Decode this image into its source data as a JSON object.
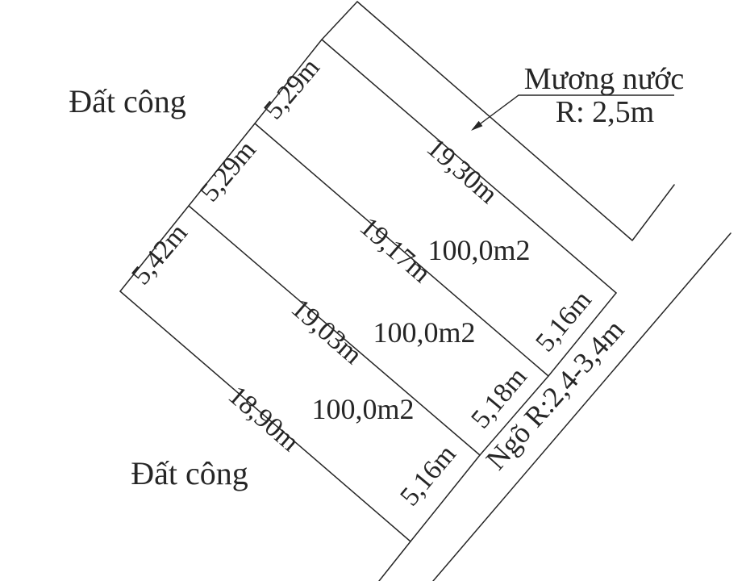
{
  "annotations": {
    "public_land_top": "Đất công",
    "public_land_bottom": "Đất công",
    "water_channel_line1": "Mương nước",
    "water_channel_line2": "R: 2,5m",
    "alley_label": "Ngõ R:2,4-3,4m"
  },
  "measurements": {
    "long_edges": [
      "19,30m",
      "19,17m",
      "19,03m",
      "18,90m"
    ],
    "left_widths": [
      "5,29m",
      "5,29m",
      "5,42m"
    ],
    "right_widths": [
      "5,16m",
      "5,18m",
      "5,16m"
    ],
    "areas": [
      "100,0m2",
      "100,0m2",
      "100,0m2"
    ]
  },
  "colors": {
    "ink": "#262626",
    "background": "#ffffff"
  },
  "icons": {
    "leader_arrow": "arrow-down-left"
  }
}
